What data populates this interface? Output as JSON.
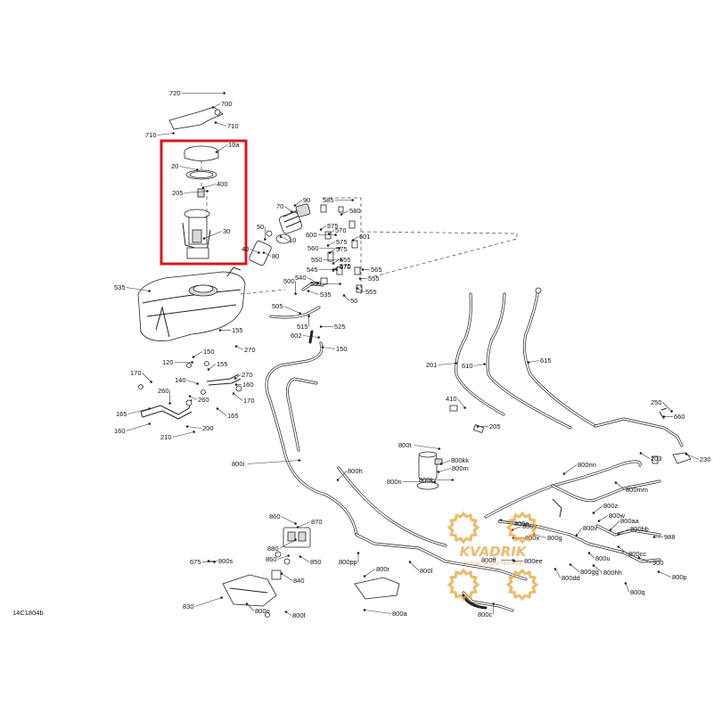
{
  "doc_code": "14C1804b",
  "watermark": {
    "text": "KVADRIK",
    "subtitle": "ЗАПЧАСТИ ДЛЯ ТЕХНИКИ",
    "color": "#e8a33a"
  },
  "highlight": {
    "color": "#d8191c"
  },
  "callouts": [
    "720",
    "700",
    "710",
    "710",
    "10a",
    "20",
    "400",
    "205",
    "30",
    "90",
    "70",
    "585",
    "580",
    "575",
    "570",
    "600",
    "575",
    "601",
    "560",
    "575",
    "555",
    "550",
    "570",
    "575",
    "565",
    "545",
    "555",
    "540",
    "535",
    "550",
    "555",
    "50",
    "50",
    "40",
    "80",
    "10",
    "535",
    "500",
    "505",
    "515",
    "525",
    "602",
    "150",
    "155",
    "270",
    "150",
    "120",
    "155",
    "270",
    "170",
    "140",
    "260",
    "160",
    "165",
    "260",
    "165",
    "160",
    "170",
    "210",
    "200",
    "201",
    "610",
    "615",
    "410",
    "205",
    "250",
    "660",
    "230",
    "203",
    "800nn",
    "800mm",
    "800i",
    "800h",
    "800t",
    "800kk",
    "800m",
    "800k",
    "800n",
    "860",
    "870",
    "880",
    "860",
    "850",
    "840",
    "675",
    "800s",
    "800pp",
    "800r",
    "800l",
    "800a",
    "800e",
    "800c",
    "800ff",
    "800ee",
    "800dd",
    "800gg",
    "800hh",
    "800g",
    "800y",
    "800x",
    "800z",
    "800w",
    "800v",
    "800aa",
    "800bb",
    "800u",
    "800cc",
    "988",
    "900",
    "800p",
    "800q",
    "830",
    "800o",
    "800f"
  ]
}
